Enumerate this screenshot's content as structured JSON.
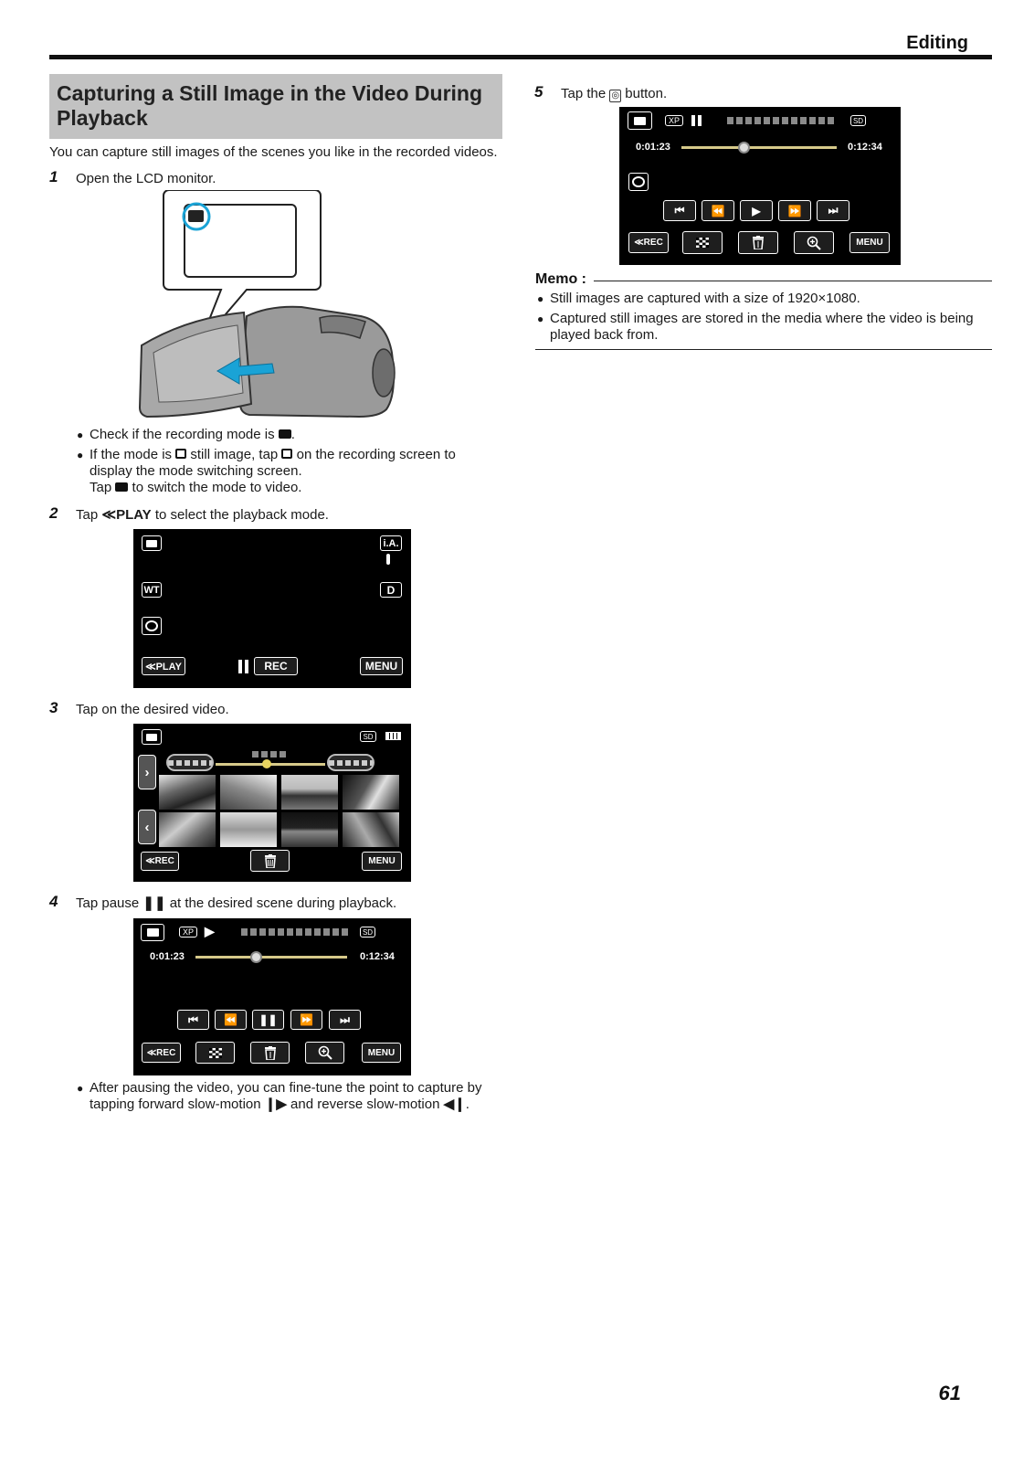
{
  "header": {
    "section": "Editing"
  },
  "title": "Capturing a Still Image in the Video During Playback",
  "intro": "You can capture still images of the scenes you like in the recorded videos.",
  "steps": [
    {
      "num": "1",
      "text": "Open the LCD monitor."
    },
    {
      "num": "2",
      "text_before": "Tap ",
      "glyph": "≪PLAY",
      "text_after": " to select the playback mode."
    },
    {
      "num": "3",
      "text": "Tap on the desired video."
    },
    {
      "num": "4",
      "text_before": "Tap pause ",
      "glyph": "❚❚",
      "text_after": " at the desired scene during playback."
    },
    {
      "num": "5",
      "text_before": "Tap the ",
      "glyph": "◎",
      "text_after": " button."
    }
  ],
  "step1_bullets": {
    "b1_before": "Check if the recording mode is ",
    "b1_after": ".",
    "b2_before": "If the mode is ",
    "b2_mid": " still image, tap ",
    "b2_after": " on the recording screen to display the mode switching screen.",
    "b2_line2_before": "Tap ",
    "b2_line2_after": " to switch the mode to video."
  },
  "step4_bullet": {
    "before": "After pausing the video, you can fine-tune the point to capture by tapping forward slow-motion ",
    "fwd": "❙▶",
    "mid": " and reverse slow-motion ",
    "rev": "◀❙",
    "after": "."
  },
  "screen_rec": {
    "ia": "i.A.",
    "wt": "WT",
    "d": "D",
    "play_btn": "≪PLAY",
    "rec_btn": "REC",
    "menu_btn": "MENU"
  },
  "screen_index": {
    "sd": "SD",
    "rec_btn": "≪REC",
    "menu_btn": "MENU"
  },
  "screen_playback": {
    "xp": "XP",
    "sd": "SD",
    "time_elapsed": "0:01:23",
    "time_total": "0:12:34",
    "rec_btn": "≪REC",
    "menu_btn": "MENU",
    "progress_fraction": 0.4
  },
  "memo": {
    "title": "Memo :",
    "items": [
      "Still images are captured with a size of 1920×1080.",
      "Captured still images are stored in the media where the video is being played back from."
    ]
  },
  "page_number": "61",
  "icons": {
    "video": "video-camera-icon",
    "camera": "camera-icon",
    "trash": "trash-icon",
    "zoom": "zoom-in-icon",
    "grid": "index-grid-icon"
  }
}
